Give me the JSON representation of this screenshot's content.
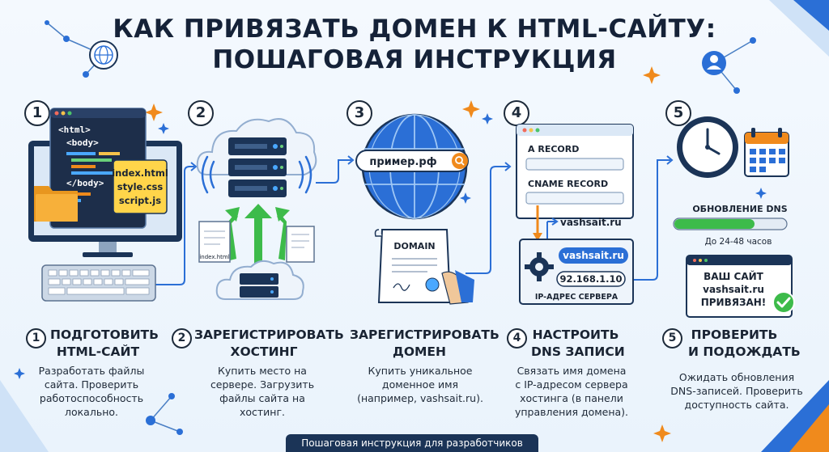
{
  "title_line1": "КАК ПРИВЯЗАТЬ ДОМЕН К HTML-САЙТУ:",
  "title_line2": "ПОШАГОВАЯ ИНСТРУКЦИЯ",
  "steps": [
    {
      "num": "1",
      "title1": "ПОДГОТОВИТЬ",
      "title2": "HTML-САЙТ",
      "desc": [
        "Разработать файлы",
        "сайта. Проверить",
        "работоспособность",
        "локально."
      ],
      "code": [
        "<html>",
        "<body>",
        "</body>"
      ],
      "files": [
        "index.html",
        "style.css",
        "script.js"
      ]
    },
    {
      "num": "2",
      "title1": "ЗАРЕГИСТРИРОВАТЬ",
      "title2": "ХОСТИНГ",
      "desc": [
        "Купить место на",
        "сервере. Загрузить",
        "файлы сайта на",
        "хостинг."
      ],
      "file_label": "index.html"
    },
    {
      "num": "3",
      "title1": "ЗАРЕГИСТРИРОВАТЬ",
      "title2": "ДОМЕН",
      "desc": [
        "Купить уникальное",
        "доменное имя",
        "(например, vashsait.ru)."
      ],
      "search_text": "пример.рф",
      "certificate": "DOMAIN"
    },
    {
      "num": "4",
      "title1": "НАСТРОИТЬ",
      "title2": "DNS ЗАПИСИ",
      "desc": [
        "Связать имя домена",
        "с IP-адресом сервера",
        "хостинга (в панели",
        "управления домена)."
      ],
      "a_record": "A RECORD",
      "cname_record": "CNAME RECORD",
      "domain": "vashsait.ru",
      "domain_badge": "vashsait.ru",
      "ip": "92.168.1.10",
      "ip_caption": "IP-АДРЕС СЕРВЕРА"
    },
    {
      "num": "5",
      "title1": "ПРОВЕРИТЬ",
      "title2": "И ПОДОЖДАТЬ",
      "desc": [
        "Ожидать обновления",
        "DNS-записей. Проверить",
        "доступность сайта."
      ],
      "dns_update": "ОБНОВЛЕНИЕ DNS",
      "dns_progress": 0.72,
      "dns_time": "До 24-48 часов",
      "result": [
        "ВАШ САЙТ",
        "vashsait.ru",
        "ПРИВЯЗАН!"
      ]
    }
  ],
  "footer": "Пошаговая инструкция для разработчиков",
  "colors": {
    "dark": "#1b3457",
    "blue": "#2b6fd6",
    "green": "#3dbb4a",
    "orange": "#f08a1c",
    "yellow": "#ffd54a"
  }
}
